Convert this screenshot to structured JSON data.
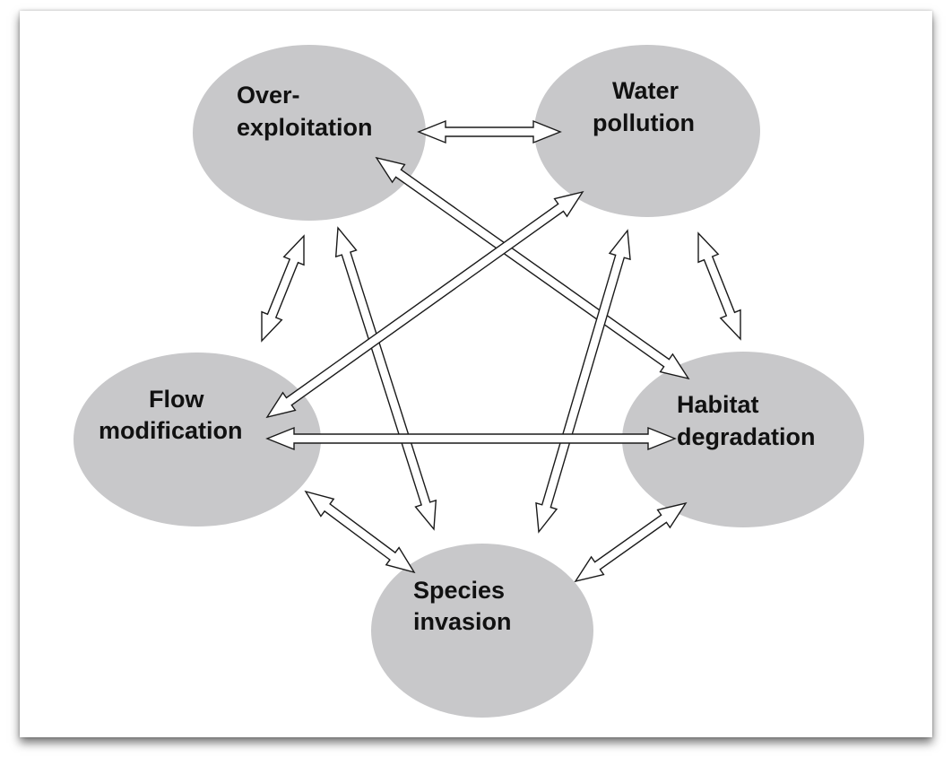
{
  "diagram": {
    "colors": {
      "node_fill": "#c8c8ca",
      "arrow_fill": "#ffffff",
      "arrow_stroke": "#1a1a1a",
      "text": "#111111"
    },
    "nodes": {
      "overexploitation": {
        "line1": "Over-",
        "line2": "exploitation"
      },
      "water_pollution": {
        "line1": "Water",
        "line2": "pollution"
      },
      "flow_modification": {
        "line1": "Flow",
        "line2": "modification"
      },
      "habitat_degradation": {
        "line1": "Habitat",
        "line2": "degradation"
      },
      "species_invasion": {
        "line1": "Species",
        "line2": "invasion"
      }
    },
    "edges": [
      {
        "from": "overexploitation",
        "to": "water_pollution",
        "direction": "bidirectional"
      },
      {
        "from": "overexploitation",
        "to": "flow_modification",
        "direction": "bidirectional"
      },
      {
        "from": "overexploitation",
        "to": "habitat_degradation",
        "direction": "bidirectional"
      },
      {
        "from": "overexploitation",
        "to": "species_invasion",
        "direction": "bidirectional"
      },
      {
        "from": "water_pollution",
        "to": "flow_modification",
        "direction": "bidirectional"
      },
      {
        "from": "water_pollution",
        "to": "habitat_degradation",
        "direction": "bidirectional"
      },
      {
        "from": "water_pollution",
        "to": "species_invasion",
        "direction": "bidirectional"
      },
      {
        "from": "flow_modification",
        "to": "habitat_degradation",
        "direction": "bidirectional"
      },
      {
        "from": "flow_modification",
        "to": "species_invasion",
        "direction": "bidirectional"
      },
      {
        "from": "habitat_degradation",
        "to": "species_invasion",
        "direction": "bidirectional"
      }
    ]
  }
}
